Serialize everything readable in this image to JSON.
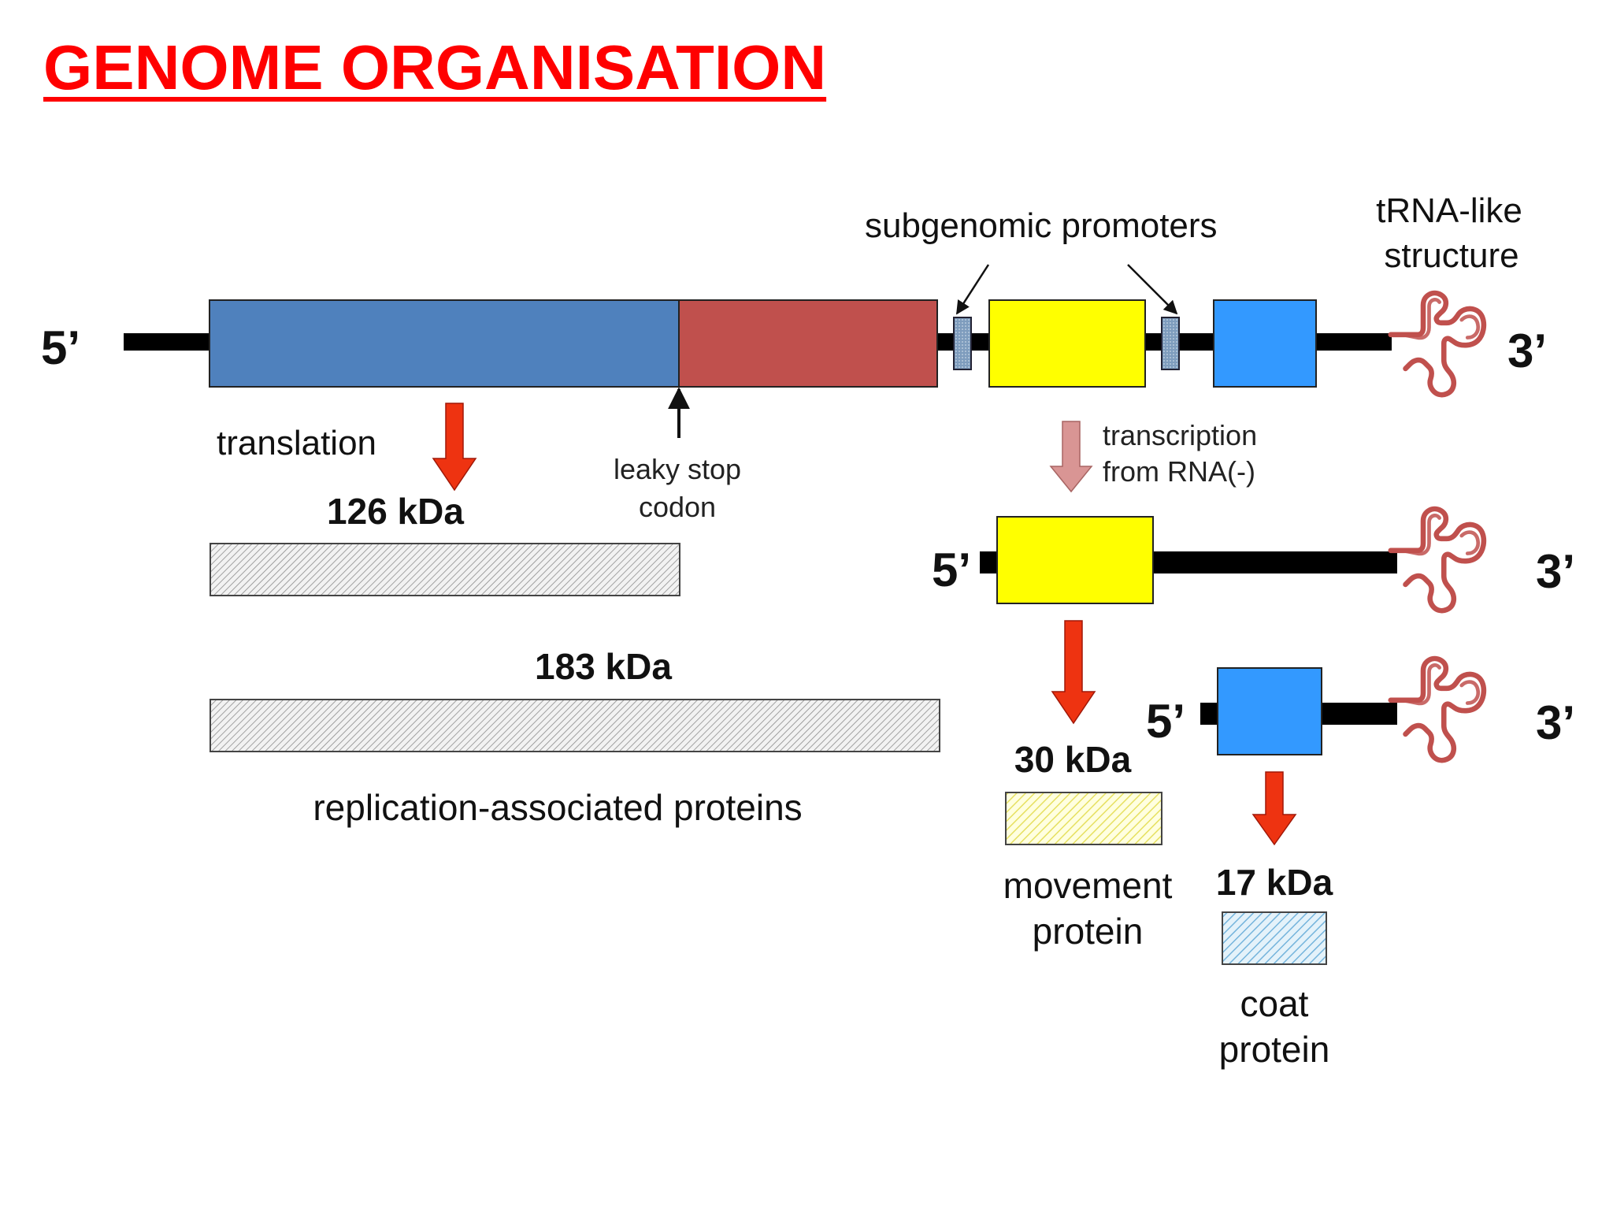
{
  "title": "GENOME ORGANISATION",
  "labels": {
    "five_prime": "5’",
    "three_prime": "3’",
    "subgenomic_promoters": "subgenomic promoters",
    "trna_like_line1": "tRNA-like",
    "trna_like_line2": "structure",
    "translation": "translation",
    "leaky_stop_line1": "leaky stop",
    "leaky_stop_line2": "codon",
    "transcription_line1": "transcription",
    "transcription_line2": "from RNA(-)",
    "kda_126": "126 kDa",
    "kda_183": "183 kDa",
    "kda_30": "30 kDa",
    "kda_17": "17 kDa",
    "replication_proteins": "replication-associated proteins",
    "movement_line1": "movement",
    "movement_line2": "protein",
    "coat_line1": "coat",
    "coat_line2": "protein"
  },
  "colors": {
    "title": "#ff0000",
    "replicase_orf": "#4f81bd",
    "readthrough_orf": "#c0504d",
    "movement_orf": "#ffff00",
    "coat_orf": "#3399ff",
    "promoter": "#6f8fb0",
    "arrow_red": "#ee3311",
    "arrow_pink": "#d99594",
    "trna": "#c0504d"
  }
}
